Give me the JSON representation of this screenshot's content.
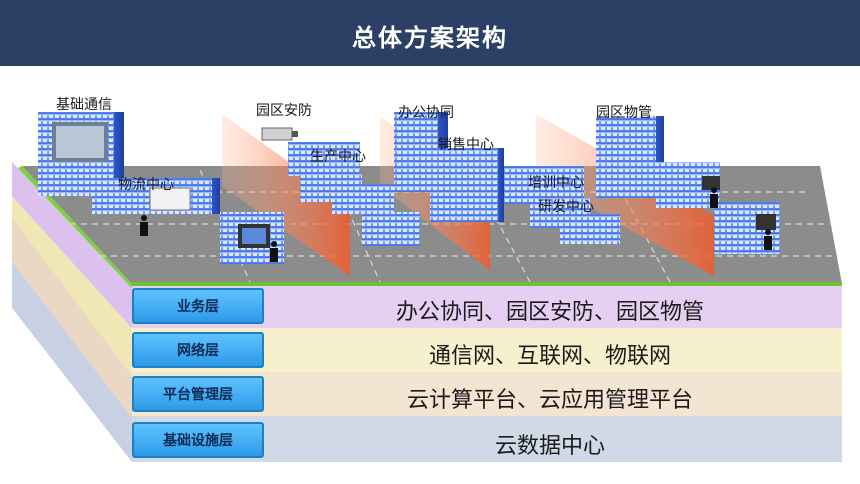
{
  "header": {
    "title": "总体方案架构"
  },
  "scene": {
    "buildings": [
      {
        "id": "jichu",
        "label": "基础通信"
      },
      {
        "id": "wuliu",
        "label": "物流中心"
      },
      {
        "id": "anfang",
        "label": "园区安防"
      },
      {
        "id": "shengchan",
        "label": "生产中心"
      },
      {
        "id": "bangong",
        "label": "办公协同"
      },
      {
        "id": "xiaoshou",
        "label": "销售中心"
      },
      {
        "id": "wuguan",
        "label": "园区物管"
      },
      {
        "id": "peixun",
        "label": "培训中心"
      },
      {
        "id": "yanfa",
        "label": "研发中心"
      }
    ]
  },
  "layers": [
    {
      "label": "业务层",
      "text": "办公协同、园区安防、园区物管",
      "color": "#e3c8f0"
    },
    {
      "label": "网络层",
      "text": "通信网、互联网、物联网",
      "color": "#f7efc7"
    },
    {
      "label": "平台管理层",
      "text": "云计算平台、云应用管理平台",
      "color": "#f3e2cf"
    },
    {
      "label": "基础设施层",
      "text": "云数据中心",
      "color": "#cdd6e6"
    }
  ]
}
